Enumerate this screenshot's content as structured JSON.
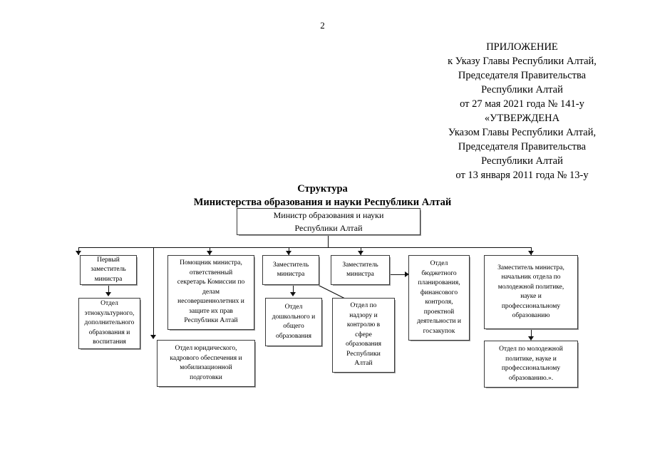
{
  "document": {
    "page_number": "2",
    "appendix_block": "ПРИЛОЖЕНИЕ\nк Указу Главы Республики Алтай,\nПредседателя Правительства\nРеспублики Алтай\nот 27 мая 2021 года № 141-у",
    "approved_block": "«УТВЕРЖДЕНА\nУказом Главы Республики Алтай,\nПредседателя Правительства\nРеспублики Алтай\nот 13 января 2011 года № 13-у",
    "diagram_title": "Структура\nМинистерства образования и науки Республики Алтай"
  },
  "chart_data": {
    "type": "diagram",
    "title": "Структура Министерства образования и науки Республики Алтай",
    "nodes": [
      {
        "id": "minister",
        "label": "Министр образования и науки\nРеспублики Алтай"
      },
      {
        "id": "first-deputy",
        "label": "Первый\nзаместитель\nминистра"
      },
      {
        "id": "dept-ethno",
        "label": "Отдел\nэтнокультурного,\nдополнительного\nобразования и\nвоспитания"
      },
      {
        "id": "assistant",
        "label": "Помощник министра,\nответственный\nсекретарь Комиссии по\nделам\nнесовершеннолетних и\nзащите их прав\nРеспублики Алтай"
      },
      {
        "id": "dept-legal",
        "label": "Отдел юридического,\nкадрового обеспечения и\nмобилизационной\nподготовки"
      },
      {
        "id": "deputy-2",
        "label": "Заместитель\nминистра"
      },
      {
        "id": "dept-preschool",
        "label": "Отдел\nдошкольного и\nобщего\nобразования"
      },
      {
        "id": "deputy-3",
        "label": "Заместитель\nминистра"
      },
      {
        "id": "dept-supervis",
        "label": "Отдел по\nнадзору и\nконтролю в\nсфере\nобразования\nРеспублики\nАлтай"
      },
      {
        "id": "dept-budget",
        "label": "Отдел\nбюджетного\nпланирования,\nфинансового\nконтроля,\nпроектной\nдеятельности и\nгосзакупок"
      },
      {
        "id": "deputy-youth",
        "label": "Заместитель министра,\nначальник отдела по\nмолодежной политике,\nнауке и\nпрофессиональному\nобразованию"
      },
      {
        "id": "dept-youth",
        "label": "Отдел по молодежной\nполитике, науке и\nпрофессиональному\nобразованию.»."
      }
    ],
    "edges": [
      {
        "from": "minister",
        "to": "first-deputy"
      },
      {
        "from": "minister",
        "to": "assistant"
      },
      {
        "from": "minister",
        "to": "deputy-2"
      },
      {
        "from": "minister",
        "to": "deputy-3"
      },
      {
        "from": "minister",
        "to": "deputy-youth"
      },
      {
        "from": "minister",
        "to": "dept-legal"
      },
      {
        "from": "first-deputy",
        "to": "dept-ethno"
      },
      {
        "from": "deputy-2",
        "to": "dept-preschool"
      },
      {
        "from": "deputy-2",
        "to": "dept-supervis"
      },
      {
        "from": "deputy-3",
        "to": "dept-budget"
      },
      {
        "from": "deputy-youth",
        "to": "dept-youth"
      }
    ],
    "colors": {
      "box_border": "#3a3a3a",
      "line": "#111111",
      "background": "#ffffff"
    }
  }
}
